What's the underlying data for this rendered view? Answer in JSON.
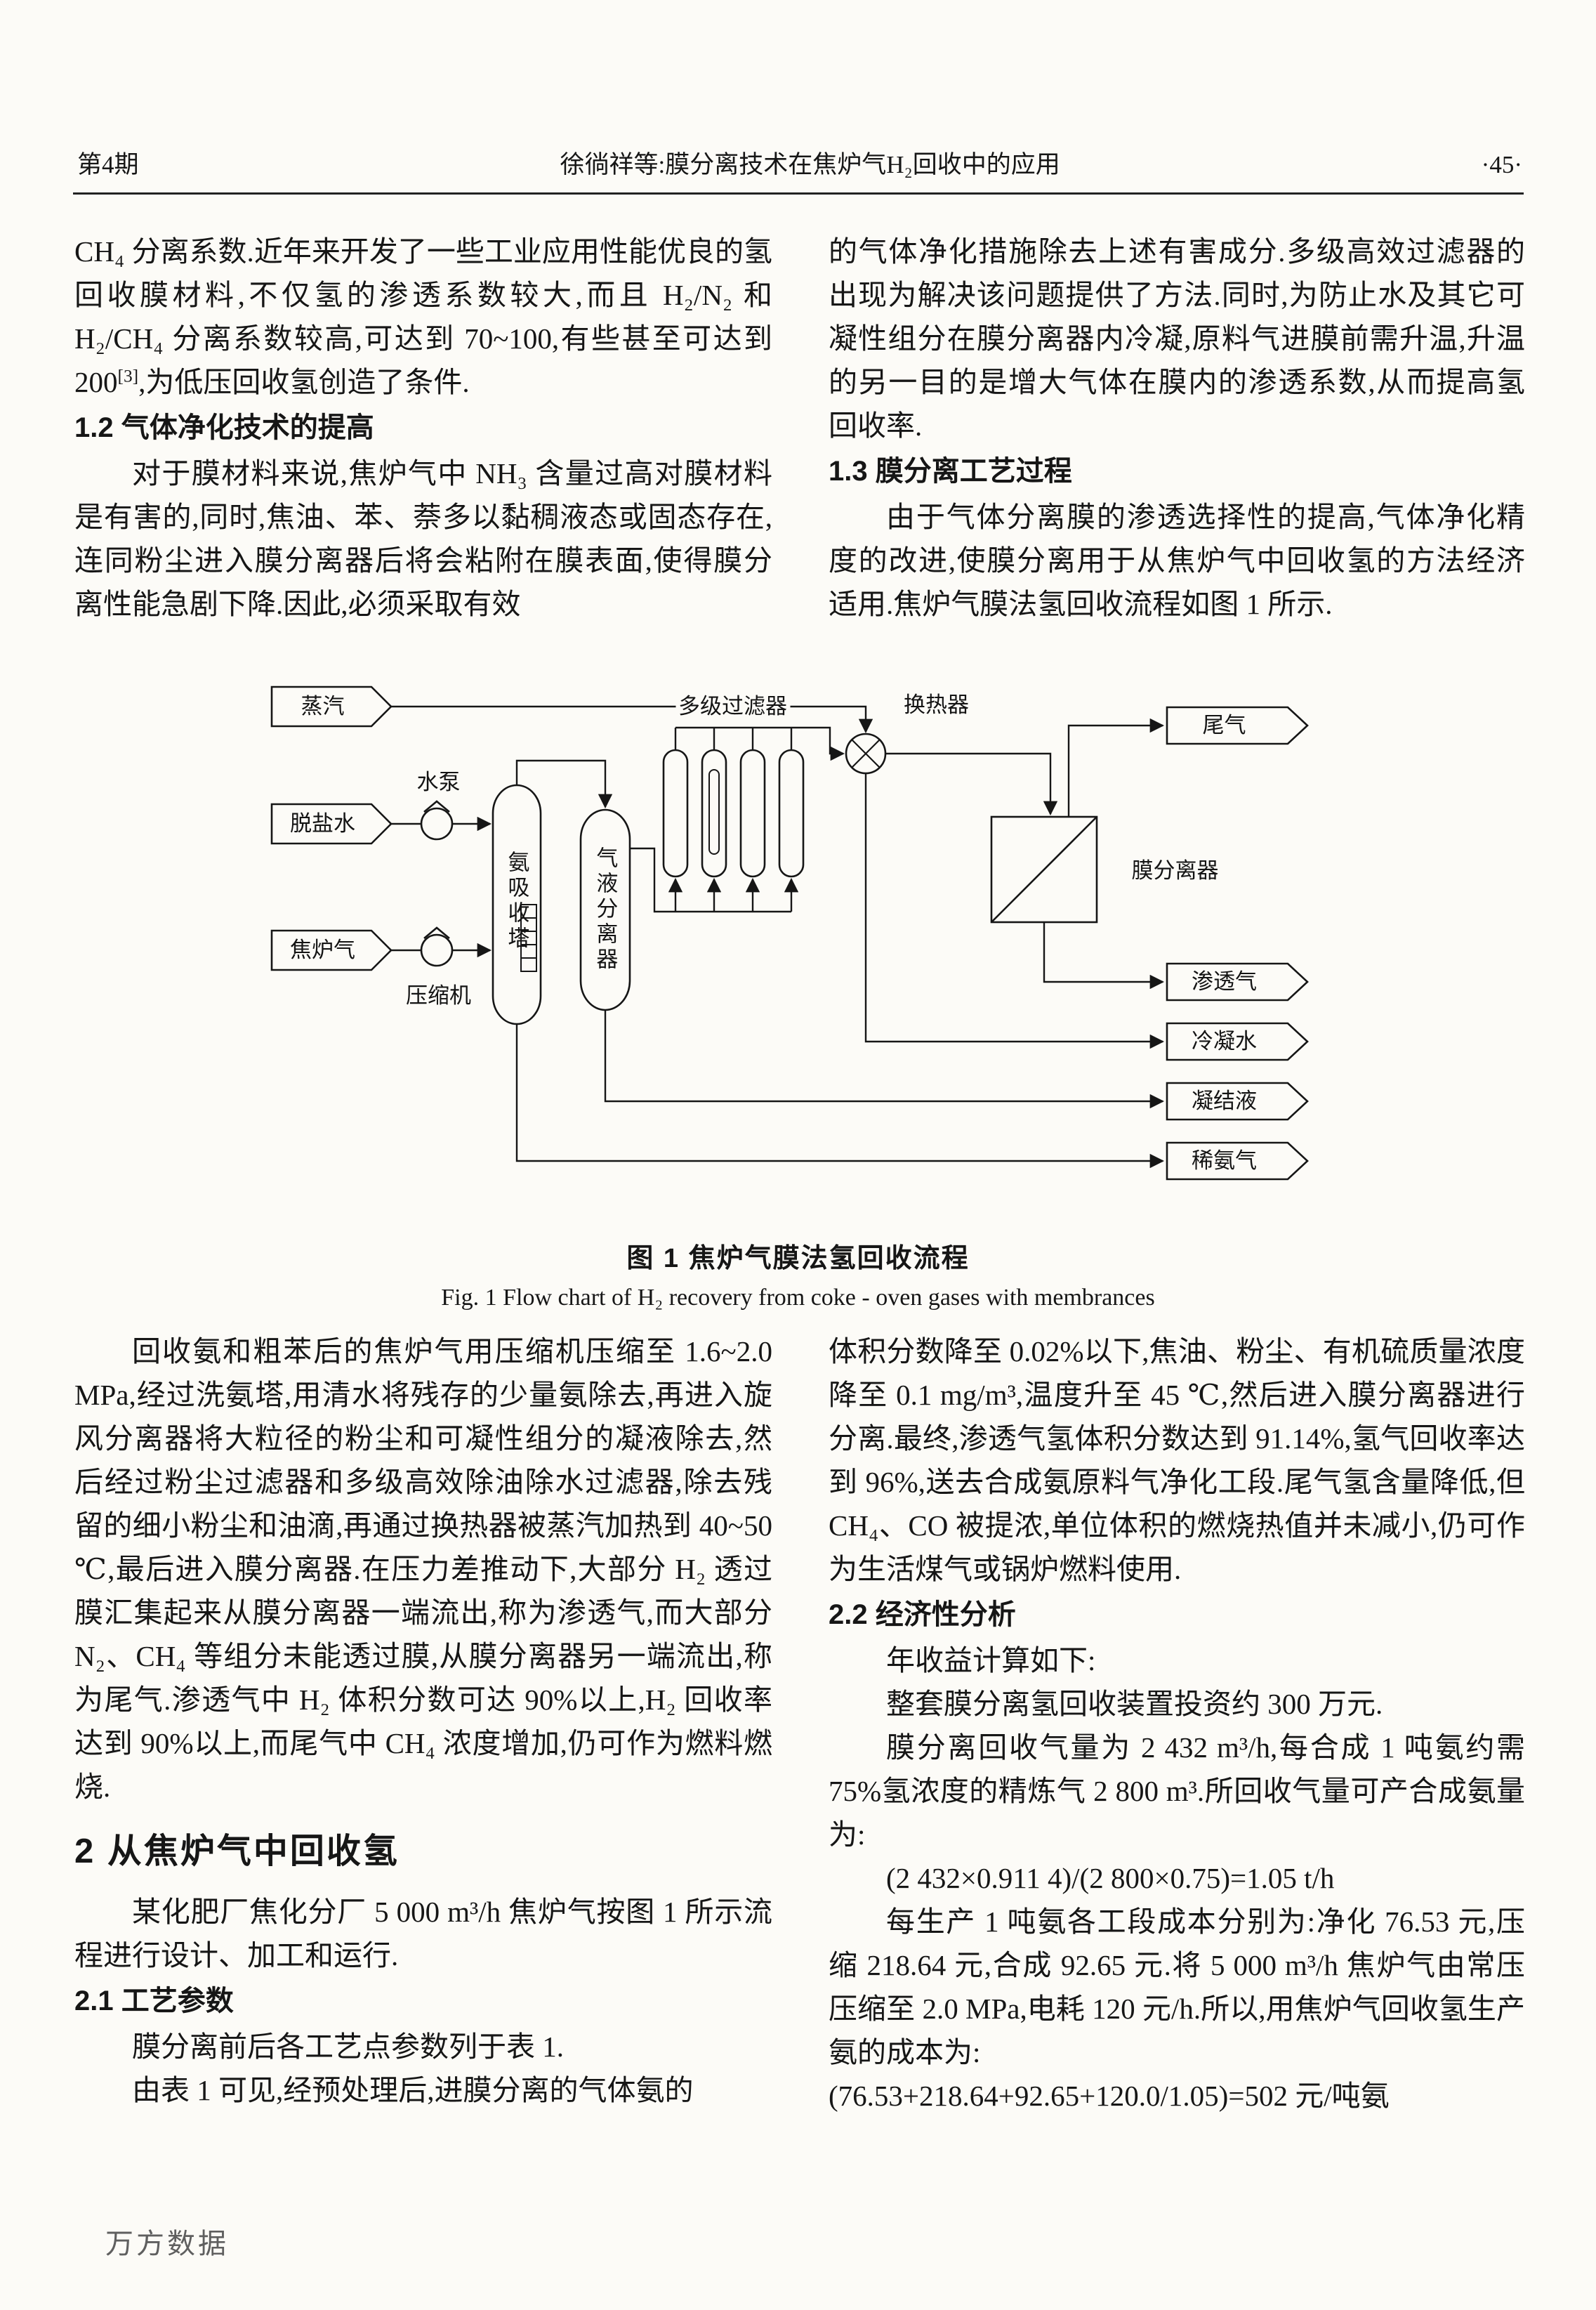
{
  "header": {
    "issue": "第4期",
    "title": "徐徜祥等:膜分离技术在焦炉气H₂回收中的应用",
    "page_no": "·45·"
  },
  "col_top_left": {
    "p1_html": "CH₄ 分离系数.近年来开发了一些工业应用性能优良的氢回收膜材料,不仅氢的渗透系数较大,而且 H₂/N₂ 和 H₂/CH₄ 分离系数较高,可达到 70~100,有些甚至可达到 200<sup>[3]</sup>,为低压回收氢创造了条件.",
    "h12": "1.2  气体净化技术的提高",
    "p2": "对于膜材料来说,焦炉气中 NH₃ 含量过高对膜材料是有害的,同时,焦油、苯、萘多以黏稠液态或固态存在,连同粉尘进入膜分离器后将会粘附在膜表面,使得膜分离性能急剧下降.因此,必须采取有效"
  },
  "col_top_right": {
    "p1": "的气体净化措施除去上述有害成分.多级高效过滤器的出现为解决该问题提供了方法.同时,为防止水及其它可凝性组分在膜分离器内冷凝,原料气进膜前需升温,升温的另一目的是增大气体在膜内的渗透系数,从而提高氢回收率.",
    "h13": "1.3  膜分离工艺过程",
    "p2": "由于气体分离膜的渗透选择性的提高,气体净化精度的改进,使膜分离用于从焦炉气中回收氢的方法经济适用.焦炉气膜法氢回收流程如图 1 所示."
  },
  "figure": {
    "labels": {
      "steam": "蒸汽",
      "desalted_water": "脱盐水",
      "coke_oven_gas": "焦炉气",
      "water_pump": "水泵",
      "compressor": "压缩机",
      "ammonia_tower": "氨吸收塔",
      "gas_liquid_separator": "气液分离器",
      "multistage_filter": "多级过滤器",
      "heat_exchanger": "换热器",
      "membrane_separator": "膜分离器",
      "tail_gas": "尾气",
      "permeate_gas": "渗透气",
      "cooling_water": "冷凝水",
      "condensate": "凝结液",
      "dilute_ammonia": "稀氨气"
    },
    "caption_zh": "图 1  焦炉气膜法氢回收流程",
    "caption_en": "Fig. 1  Flow chart of H₂ recovery from coke - oven gases with membrances"
  },
  "col_bot_left": {
    "p1": "回收氨和粗苯后的焦炉气用压缩机压缩至 1.6~2.0 MPa,经过洗氨塔,用清水将残存的少量氨除去,再进入旋风分离器将大粒径的粉尘和可凝性组分的凝液除去,然后经过粉尘过滤器和多级高效除油除水过滤器,除去残留的细小粉尘和油滴,再通过换热器被蒸汽加热到 40~50 ℃,最后进入膜分离器.在压力差推动下,大部分 H₂ 透过膜汇集起来从膜分离器一端流出,称为渗透气,而大部分 N₂、CH₄ 等组分未能透过膜,从膜分离器另一端流出,称为尾气.渗透气中 H₂ 体积分数可达 90%以上,H₂ 回收率达到 90%以上,而尾气中 CH₄ 浓度增加,仍可作为燃料燃烧.",
    "h2": "2  从焦炉气中回收氢",
    "p2": "某化肥厂焦化分厂 5 000 m³/h 焦炉气按图 1 所示流程进行设计、加工和运行.",
    "h21": "2.1  工艺参数",
    "p3": "膜分离前后各工艺点参数列于表 1.",
    "p4": "由表 1 可见,经预处理后,进膜分离的气体氨的"
  },
  "col_bot_right": {
    "p1": "体积分数降至 0.02%以下,焦油、粉尘、有机硫质量浓度降至 0.1 mg/m³,温度升至 45 ℃,然后进入膜分离器进行分离.最终,渗透气氢体积分数达到 91.14%,氢气回收率达到 96%,送去合成氨原料气净化工段.尾气氢含量降低,但 CH₄、CO 被提浓,单位体积的燃烧热值并未减小,仍可作为生活煤气或锅炉燃料使用.",
    "h22": "2.2  经济性分析",
    "p2": "年收益计算如下:",
    "p3": "整套膜分离氢回收装置投资约 300 万元.",
    "p4": "膜分离回收气量为 2 432 m³/h,每合成 1 吨氨约需 75%氢浓度的精炼气 2 800 m³.所回收气量可产合成氨量为:",
    "p5": "(2 432×0.911 4)/(2 800×0.75)=1.05 t/h",
    "p6": "每生产 1 吨氨各工段成本分别为:净化 76.53 元,压缩 218.64 元,合成 92.65 元.将 5 000 m³/h 焦炉气由常压压缩至 2.0 MPa,电耗 120 元/h.所以,用焦炉气回收氢生产氨的成本为:",
    "p7": "(76.53+218.64+92.65+120.0/1.05)=502 元/吨氨"
  },
  "watermark": "万方数据"
}
